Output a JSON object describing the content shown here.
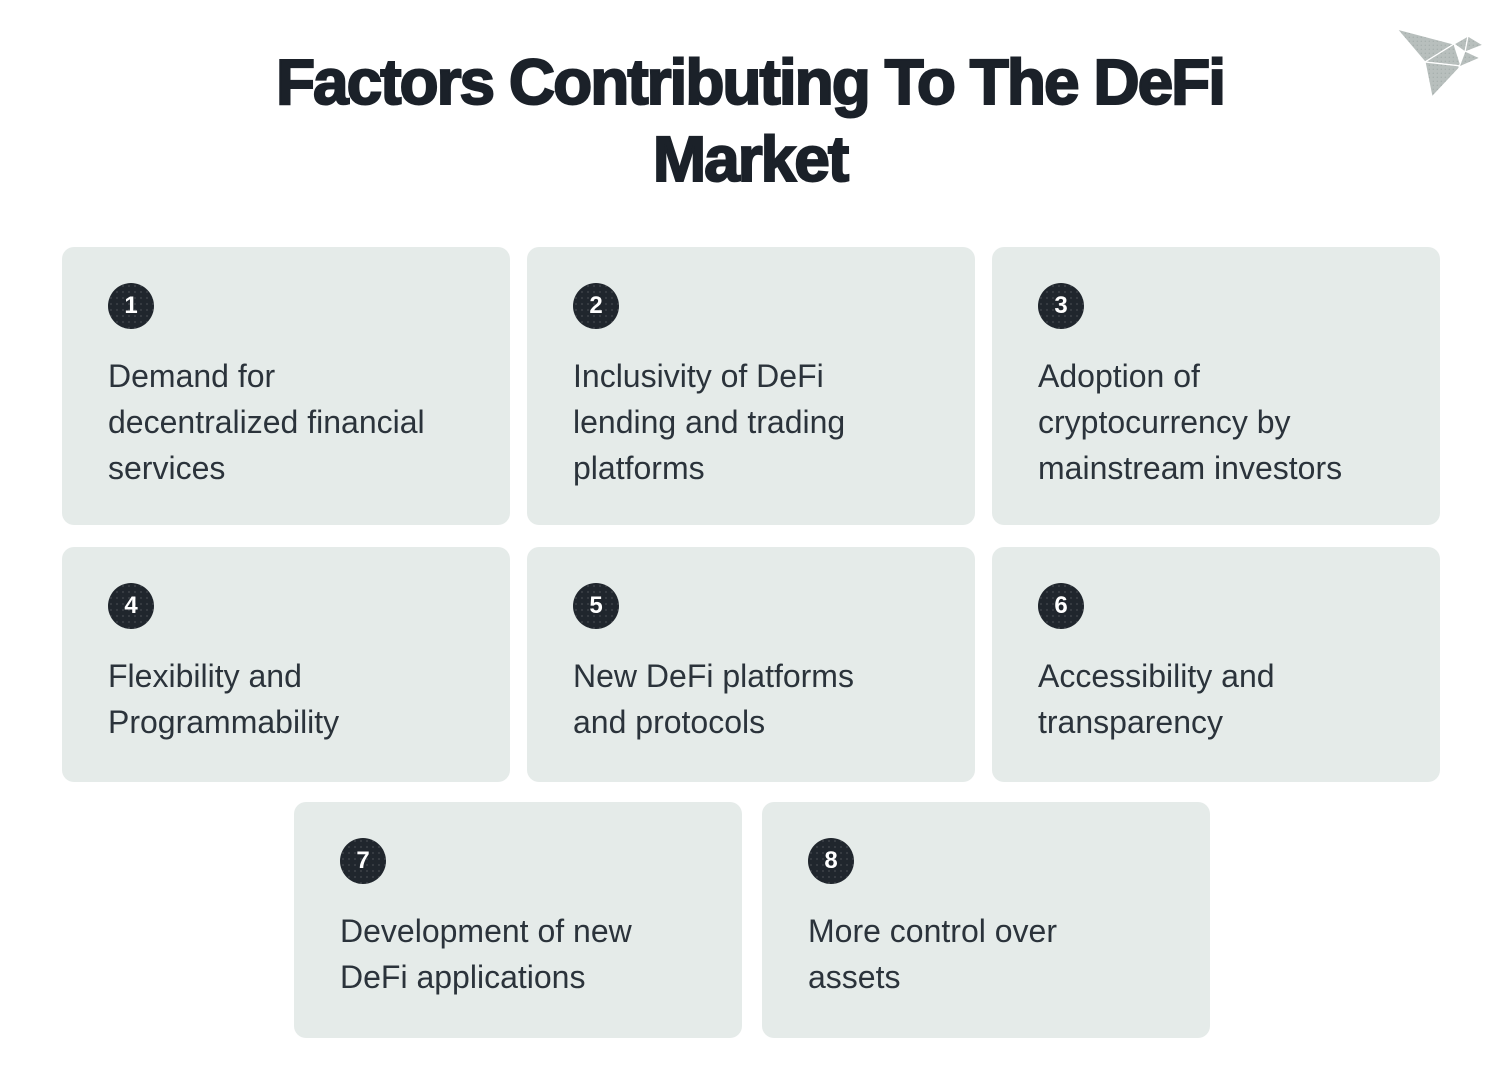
{
  "title": "Factors Contributing To The DeFi\nMarket",
  "logo": {
    "icon": "origami-bird",
    "color": "#b8bfbd",
    "dot_color": "#a4adaa"
  },
  "colors": {
    "page_bg": "#ffffff",
    "card_bg": "#e5ebe9",
    "badge_bg": "#20262d",
    "badge_text": "#ffffff",
    "title_text": "#1b2129",
    "card_text": "#2b333b"
  },
  "cards": [
    {
      "number": "1",
      "text": "Demand for\ndecentralized financial\nservices"
    },
    {
      "number": "2",
      "text": "Inclusivity of DeFi\nlending and trading\nplatforms"
    },
    {
      "number": "3",
      "text": "Adoption of\ncryptocurrency by\nmainstream investors"
    },
    {
      "number": "4",
      "text": "Flexibility and\nProgrammability"
    },
    {
      "number": "5",
      "text": "New DeFi platforms\nand protocols"
    },
    {
      "number": "6",
      "text": "Accessibility and\ntransparency"
    },
    {
      "number": "7",
      "text": "Development of new\nDeFi applications"
    },
    {
      "number": "8",
      "text": "More control over\nassets"
    }
  ]
}
